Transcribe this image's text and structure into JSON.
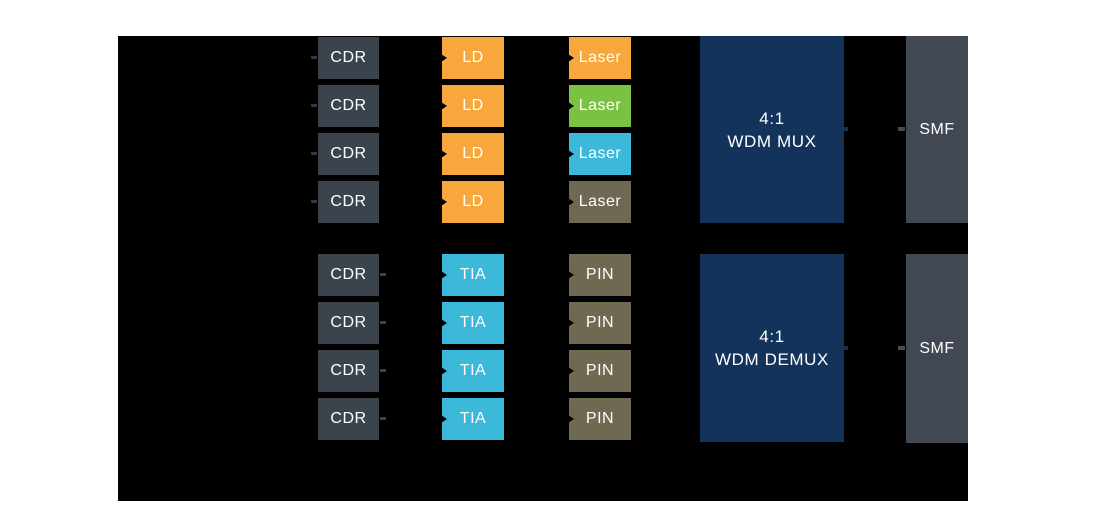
{
  "colors": {
    "page_bg": "#FFFFFF",
    "canvas_bg": "#000000",
    "box_gray": "#3B434D",
    "smf_gray": "#414853",
    "navy": "#14335B",
    "orange": "#F7A73B",
    "green": "#7CC242",
    "cyan": "#3CB8D9",
    "olive": "#6F6954",
    "text": "#FFFFFF"
  },
  "tx": {
    "channels": [
      {
        "cdr": "CDR",
        "ld": "LD",
        "laser": "Laser",
        "laser_color": "#F7A73B"
      },
      {
        "cdr": "CDR",
        "ld": "LD",
        "laser": "Laser",
        "laser_color": "#7CC242"
      },
      {
        "cdr": "CDR",
        "ld": "LD",
        "laser": "Laser",
        "laser_color": "#3CB8D9"
      },
      {
        "cdr": "CDR",
        "ld": "LD",
        "laser": "Laser",
        "laser_color": "#6F6954"
      }
    ],
    "mux": {
      "line1": "4:1",
      "line2": "WDM MUX"
    },
    "smf": "SMF"
  },
  "rx": {
    "channels": [
      {
        "cdr": "CDR",
        "tia": "TIA",
        "pin": "PIN"
      },
      {
        "cdr": "CDR",
        "tia": "TIA",
        "pin": "PIN"
      },
      {
        "cdr": "CDR",
        "tia": "TIA",
        "pin": "PIN"
      },
      {
        "cdr": "CDR",
        "tia": "TIA",
        "pin": "PIN"
      }
    ],
    "demux": {
      "line1": "4:1",
      "line2": "WDM DEMUX"
    },
    "smf": "SMF"
  }
}
